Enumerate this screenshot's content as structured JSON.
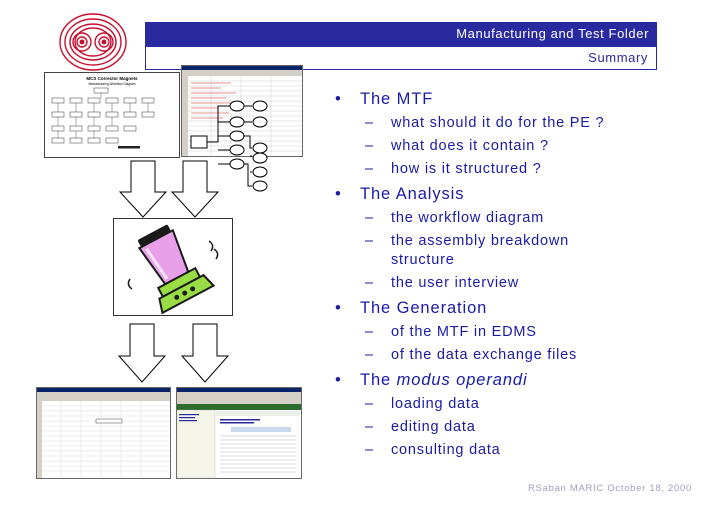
{
  "header": {
    "title": "Manufacturing and Test Folder",
    "subtitle": "Summary"
  },
  "bullets": [
    {
      "label": "The MTF",
      "italic": "",
      "subs": [
        "what should it do for the PE ?",
        "what does it contain ?",
        "how is it structured ?"
      ]
    },
    {
      "label": "The Analysis",
      "italic": "",
      "subs": [
        "the workflow diagram",
        "the assembly breakdown structure",
        "the user interview"
      ]
    },
    {
      "label": "The Generation",
      "italic": "",
      "subs": [
        "of the MTF in EDMS",
        "of the data exchange files"
      ]
    },
    {
      "label": "The ",
      "italic": "modus operandi",
      "subs": [
        "loading data",
        "editing data",
        "consulting data"
      ]
    }
  ],
  "dash": "–",
  "diagram": {
    "workflow_title": "MCS Corrector Magnets",
    "workflow_subtitle": "Manufacturing Workflow Diagram"
  },
  "footer": "RSaban MARIC October 18, 2000",
  "colors": {
    "accent": "#2a2aa0",
    "text": "#1a1aa6",
    "footer": "#a0a0c0"
  }
}
